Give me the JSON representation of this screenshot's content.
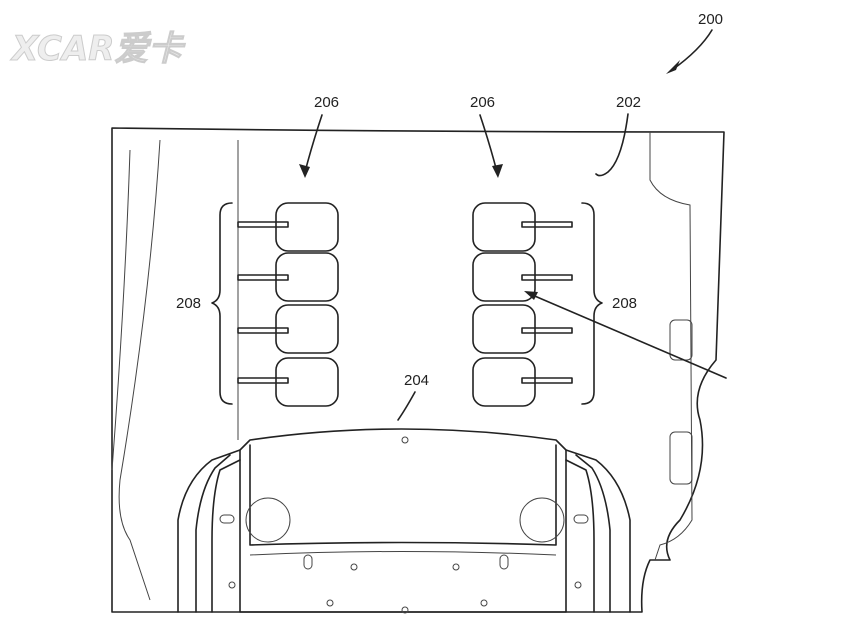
{
  "watermark": {
    "text": "XCAR爱卡"
  },
  "labels": {
    "figure": "200",
    "pads_left": "206",
    "pads_right": "206",
    "panel": "202",
    "bracket_left": "208",
    "bracket_right": "208",
    "bottom_structure": "204"
  }
}
